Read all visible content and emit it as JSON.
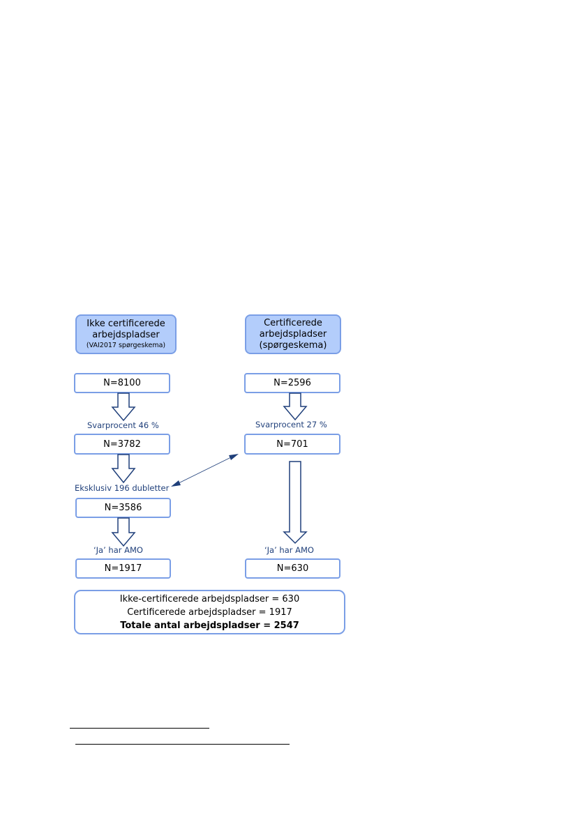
{
  "left_column": {
    "header": {
      "line1": "Ikke certificerede",
      "line2": "arbejdspladser",
      "line3": "(VAI2017 spørgeskema)"
    },
    "n_initial": "N=8100",
    "response_rate": "Svarprocent 46 %",
    "n_responded": "N=3782",
    "exclusion": "Eksklusiv 196 dubletter",
    "n_after_exclusion": "N=3586",
    "amo_label": "‘Ja’ har AMO",
    "n_amo": "N=1917"
  },
  "right_column": {
    "header": {
      "line1": "Certificerede",
      "line2": "arbejdspladser",
      "line3": "(spørgeskema)"
    },
    "n_initial": "N=2596",
    "response_rate": "Svarprocent 27 %",
    "n_responded": "N=701",
    "amo_label": "‘Ja’ har AMO",
    "n_amo": "N=630"
  },
  "summary": {
    "line1": "Ikke-certificerede arbejdspladser = 630",
    "line2": "Certificerede arbejdspladser = 1917",
    "line3": "Totale antal arbejdspladser = 2547"
  },
  "colors": {
    "box_border": "#7a9ee6",
    "header_fill": "#b3cdfb",
    "arrow_stroke": "#1f3f7a",
    "label_text": "#1f3f7a"
  }
}
